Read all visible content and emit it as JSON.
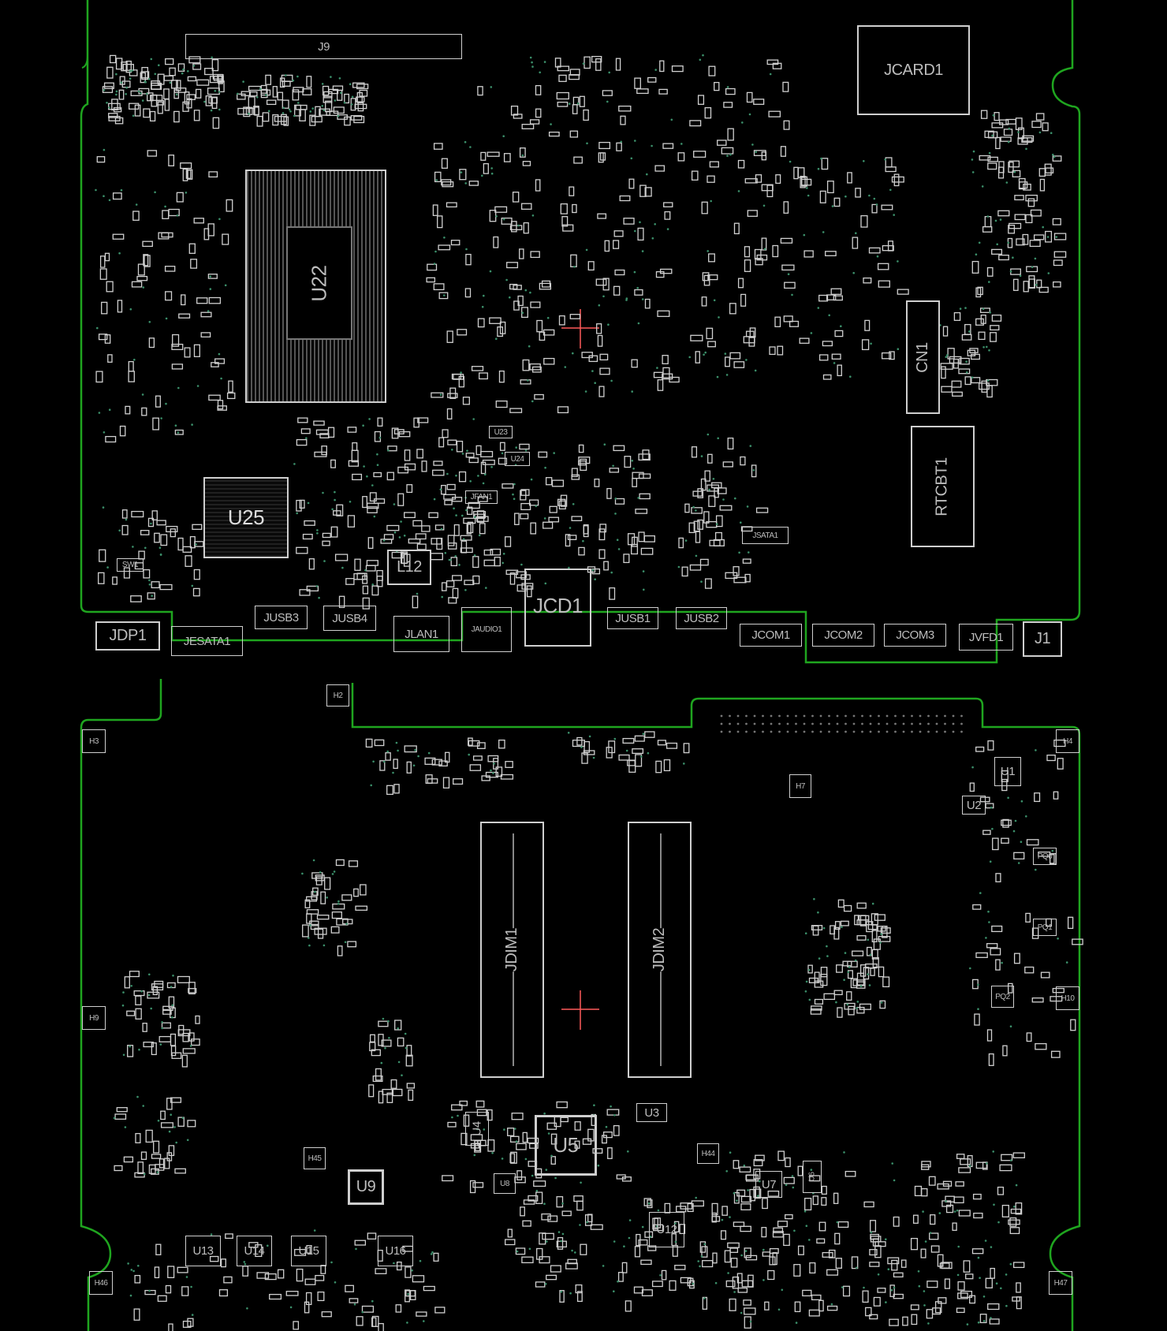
{
  "title": "PCB placement view (top/bottom)",
  "colors": {
    "background": "#000000",
    "outline": "#1fa51f",
    "silkscreen": "#cfcfcf"
  },
  "top_board": {
    "J9": "J9",
    "JCARD1": "JCARD1",
    "U22": "U22",
    "U25": "U25",
    "L12": "L12",
    "CN1": "CN1",
    "RTCBT1": "RTCBT1",
    "JSATA1": "JSATA1",
    "JFAN1": "JFAN1",
    "SW1": "SW1",
    "U24": "U24",
    "U23": "U23",
    "connectors": {
      "JDP1": "JDP1",
      "JESATA1": "JESATA1",
      "JUSB3": "JUSB3",
      "JUSB4": "JUSB4",
      "JLAN1": "JLAN1",
      "JAUDIO1": "JAUDIO1",
      "JCD1": "JCD1",
      "JUSB1": "JUSB1",
      "JUSB2": "JUSB2",
      "JCOM1": "JCOM1",
      "JCOM2": "JCOM2",
      "JCOM3": "JCOM3",
      "JVFD1": "JVFD1",
      "J1": "J1"
    }
  },
  "bottom_board": {
    "H2": "H2",
    "H3": "H3",
    "H4": "H4",
    "H7": "H7",
    "H9": "H9",
    "H10": "H10",
    "H44": "H44",
    "H45": "H45",
    "H46": "H46",
    "H47": "H47",
    "U1": "U1",
    "U2": "U2",
    "U3": "U3",
    "U4": "U4",
    "U5": "U5",
    "U6": "U6",
    "U7": "U7",
    "U8": "U8",
    "U9": "U9",
    "U12": "U12",
    "U13": "U13",
    "U14": "U14",
    "U15": "U15",
    "U16": "U16",
    "PQ0": "PQ0",
    "PQ1": "PQ1",
    "PQ2": "PQ2",
    "JDIM1": "JDIM1",
    "JDIM2": "JDIM2"
  }
}
